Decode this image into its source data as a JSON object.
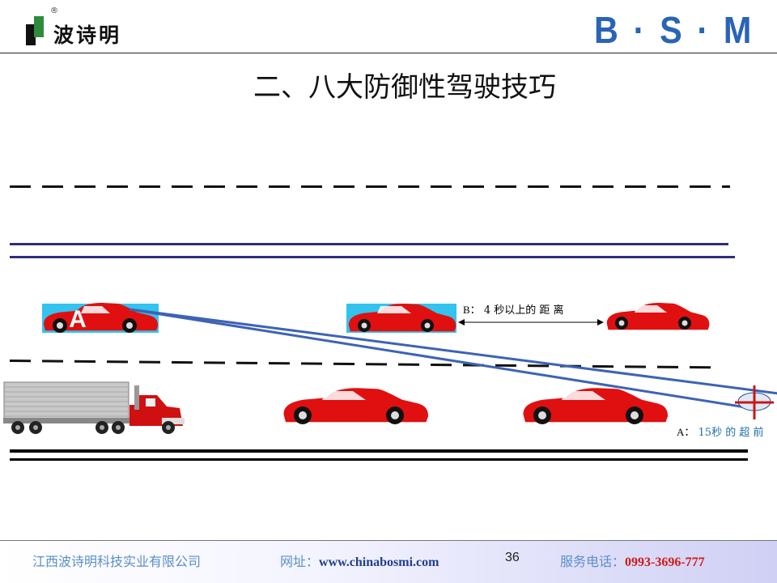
{
  "header": {
    "logo_text": "波诗明",
    "registered_mark": "®",
    "brand": "B · S · M"
  },
  "title": "二、八大防御性驾驶技巧",
  "diagram": {
    "car_a_letter": "A",
    "label_b_key": "B：",
    "label_b_text": "4 秒以上的 距 离",
    "label_a_key": "A：",
    "label_a_text": "15秒 的 超 前",
    "colors": {
      "car": "#e01010",
      "car_highlight": "#33c3ee",
      "sight_line": "#3d63b4",
      "lane_solid": "#2d2f7a",
      "truck_cab": "#d01010",
      "reticle": "#c81818"
    }
  },
  "footer": {
    "company": "江西波诗明科技实业有限公司",
    "website_label": "网址：",
    "website": "www.chinabosmi.com",
    "page_number": "36",
    "phone_label": "服务电话：",
    "phone": "0993-3696-777"
  }
}
